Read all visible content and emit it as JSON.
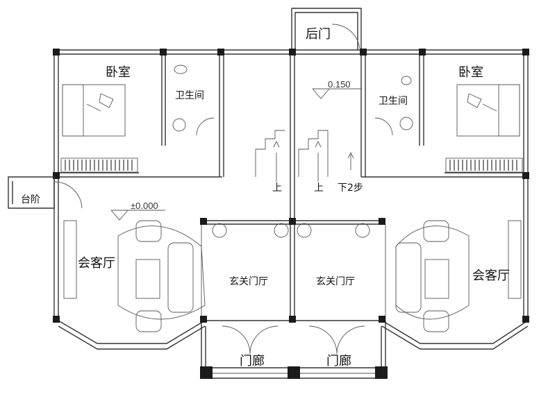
{
  "rooms": {
    "back_door": "后门",
    "bedroom_left": "卧室",
    "bedroom_right": "卧室",
    "bathroom_left": "卫生间",
    "bathroom_right": "卫生间",
    "steps": "台阶",
    "living_left": "会客厅",
    "living_right": "会客厅",
    "foyer_left": "玄关门厅",
    "foyer_right": "玄关门厅",
    "porch_left": "门廊",
    "porch_right": "门廊"
  },
  "stairs": {
    "up_left": "上",
    "up_mid": "上",
    "down_right": "下2步"
  },
  "levels": {
    "ground": "±0.000",
    "raised": "0.150"
  }
}
